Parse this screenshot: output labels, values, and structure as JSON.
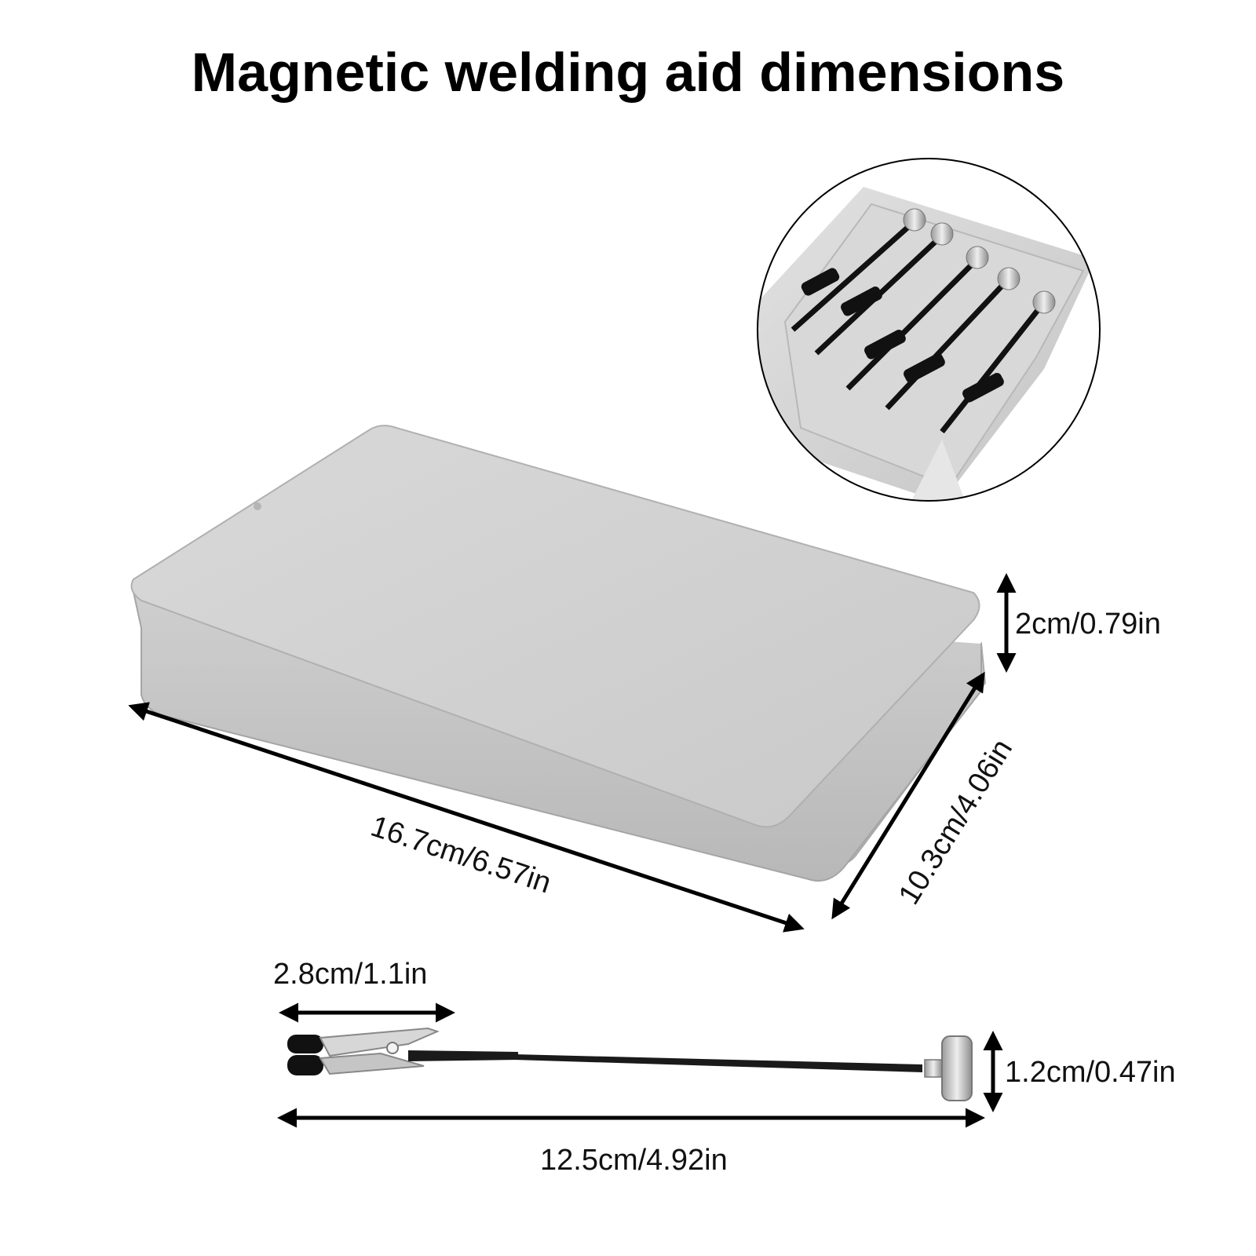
{
  "title": "Magnetic welding aid dimensions",
  "dimensions": {
    "box_height": "2cm/0.79in",
    "box_length": "16.7cm/6.57in",
    "box_width": "10.3cm/4.06in",
    "clip_length": "2.8cm/1.1in",
    "magnet_diameter": "1.2cm/0.47in",
    "rod_length": "12.5cm/4.92in"
  },
  "colors": {
    "box_metal": "#cfcfcf",
    "box_side": "#bdbdbd",
    "arrow": "#000000",
    "rubber": "#111111"
  }
}
